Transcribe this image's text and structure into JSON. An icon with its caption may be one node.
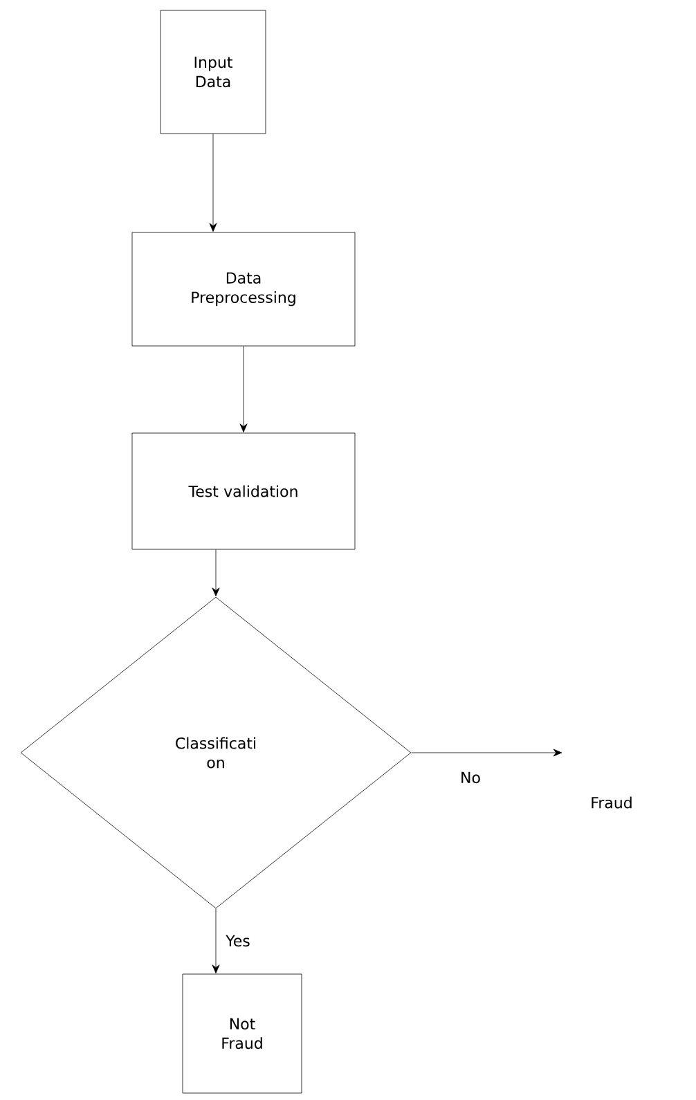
{
  "diagram": {
    "nodes": [
      {
        "text": [
          "Input Data"
        ]
      },
      {
        "text": [
          "Data Preprocessing"
        ]
      },
      {
        "text": [
          "Test validation"
        ]
      },
      {
        "text": [
          "Classificati on"
        ]
      },
      {
        "text": [
          "Fraud"
        ]
      },
      {
        "text": [
          "Not Fraud"
        ]
      }
    ],
    "edges": [
      {
        "from": 0,
        "to": 1,
        "arrow": "to"
      },
      {
        "from": 1,
        "to": 2,
        "arrow": "to"
      },
      {
        "from": 2,
        "to": 3,
        "arrow": "to"
      },
      {
        "from": 3,
        "to": 4,
        "arrow": "to",
        "label": "No"
      },
      {
        "from": 3,
        "to": 5,
        "arrow": "to",
        "label": "Yes"
      }
    ]
  }
}
